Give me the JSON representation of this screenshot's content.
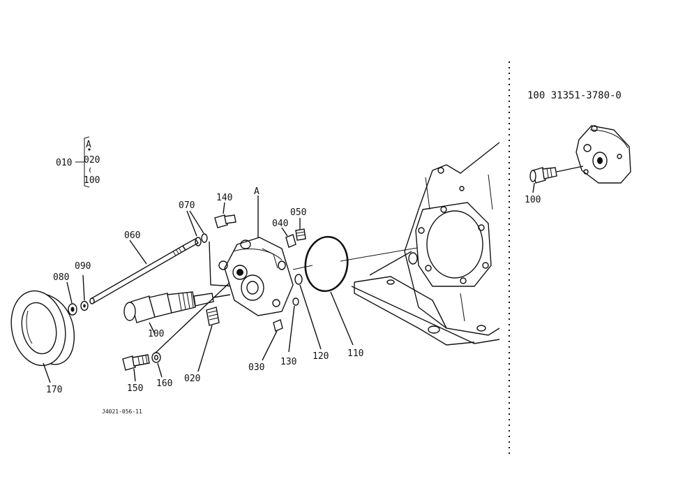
{
  "colors": {
    "ink": "#111111",
    "paper": "#ffffff"
  },
  "callouts": {
    "p010": "010",
    "p020_group": "020",
    "p100_group": "100",
    "group_a": "A",
    "p140": "140",
    "a_mark": "A",
    "p070": "070",
    "p060": "060",
    "p040": "040",
    "p050": "050",
    "p090": "090",
    "p080": "080",
    "p100": "100",
    "p020": "020",
    "p030": "030",
    "p130": "130",
    "p120": "120",
    "p110": "110",
    "p150": "150",
    "p160": "160",
    "p170": "170"
  },
  "drawing_code": "J4021-056-11",
  "inset": {
    "part_number": "100  31351-3780-0",
    "callout": "100"
  }
}
